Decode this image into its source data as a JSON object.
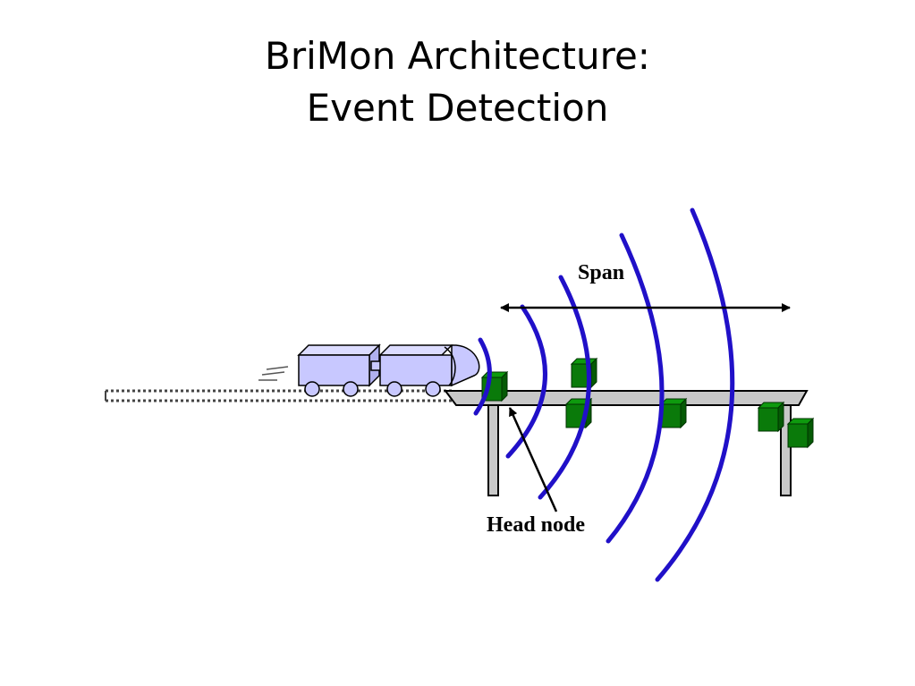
{
  "title": {
    "line1": "BriMon Architecture:",
    "line2": "Event Detection"
  },
  "diagram": {
    "labels": {
      "span": "Span",
      "head_node": "Head node"
    },
    "colors": {
      "wave": "#2010c8",
      "sensor_node": "#0a7a0a",
      "train_car": "#c8c8ff",
      "bridge_deck": "#c8c8c8"
    },
    "elements": [
      "train",
      "track",
      "bridge",
      "sensor-nodes",
      "radio-waves",
      "span-arrow"
    ]
  }
}
